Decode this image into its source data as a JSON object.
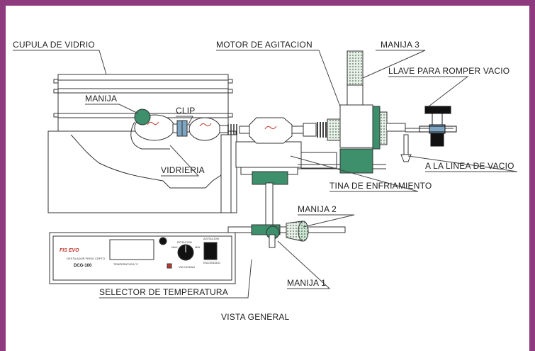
{
  "labels": {
    "cupula": "CUPULA DE VIDRIO",
    "motor": "MOTOR DE AGITACION",
    "manija3": "MANIJA 3",
    "llave": "LLAVE PARA ROMPER VACIO",
    "manija": "MANIJA",
    "clip": "CLIP",
    "vidrieria": "VIDRIERIA",
    "linea_vacio": "A LA LINEA DE VACIO",
    "tina": "TINA DE ENFRIAMIENTO",
    "manija2": "MANIJA 2",
    "manija1": "MANIJA 1",
    "selector": "SELECTOR DE TEMPERATURA",
    "title": "VISTA GENERAL"
  },
  "panel": {
    "brand": "FIS EVO",
    "device_name": "DESTILADOR FRISO CDPTO",
    "model": "DCG-100",
    "temp_label": "TEMPERATURA °C",
    "speed_label": "VELOCIDAD",
    "rotation_label": "ROTACION",
    "max_label": "MAX",
    "min_label": "MIN",
    "agitation_label": "AGITACION",
    "encendido": "ENCENDIDO"
  },
  "colors": {
    "frame": "#8e3a7f",
    "green": "#3e8f6c",
    "dark": "#111111"
  }
}
